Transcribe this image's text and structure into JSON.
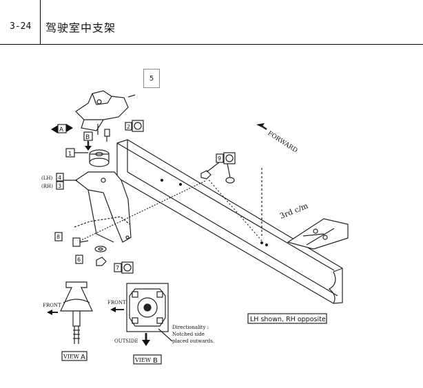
{
  "header": {
    "section_number": "3-24",
    "title": "驾驶室中支架"
  },
  "figure_number": "5",
  "callouts": {
    "part_1": "1",
    "part_2": "2",
    "part_3": "3",
    "part_4": "4",
    "part_5_tag": "B",
    "part_6": "6",
    "part_7": "7",
    "part_8": "8",
    "part_9": "9",
    "view_tag_a": "A",
    "lh_prefix": "(LH)",
    "rh_prefix": "(RH)"
  },
  "labels": {
    "forward": "FORWARD",
    "crossmember": "3rd c/m",
    "front_a": "FRONT",
    "front_b": "FRONT",
    "outside": "OUTSIDE",
    "directionality_1": "Directionality :",
    "directionality_2": "Notched side",
    "directionality_3": "placed outwards.",
    "view_a_word": "VIEW",
    "view_a_letter": "A",
    "view_b_word": "VIEW",
    "view_b_letter": "B",
    "lh_note": "LH shown, RH opposite"
  }
}
